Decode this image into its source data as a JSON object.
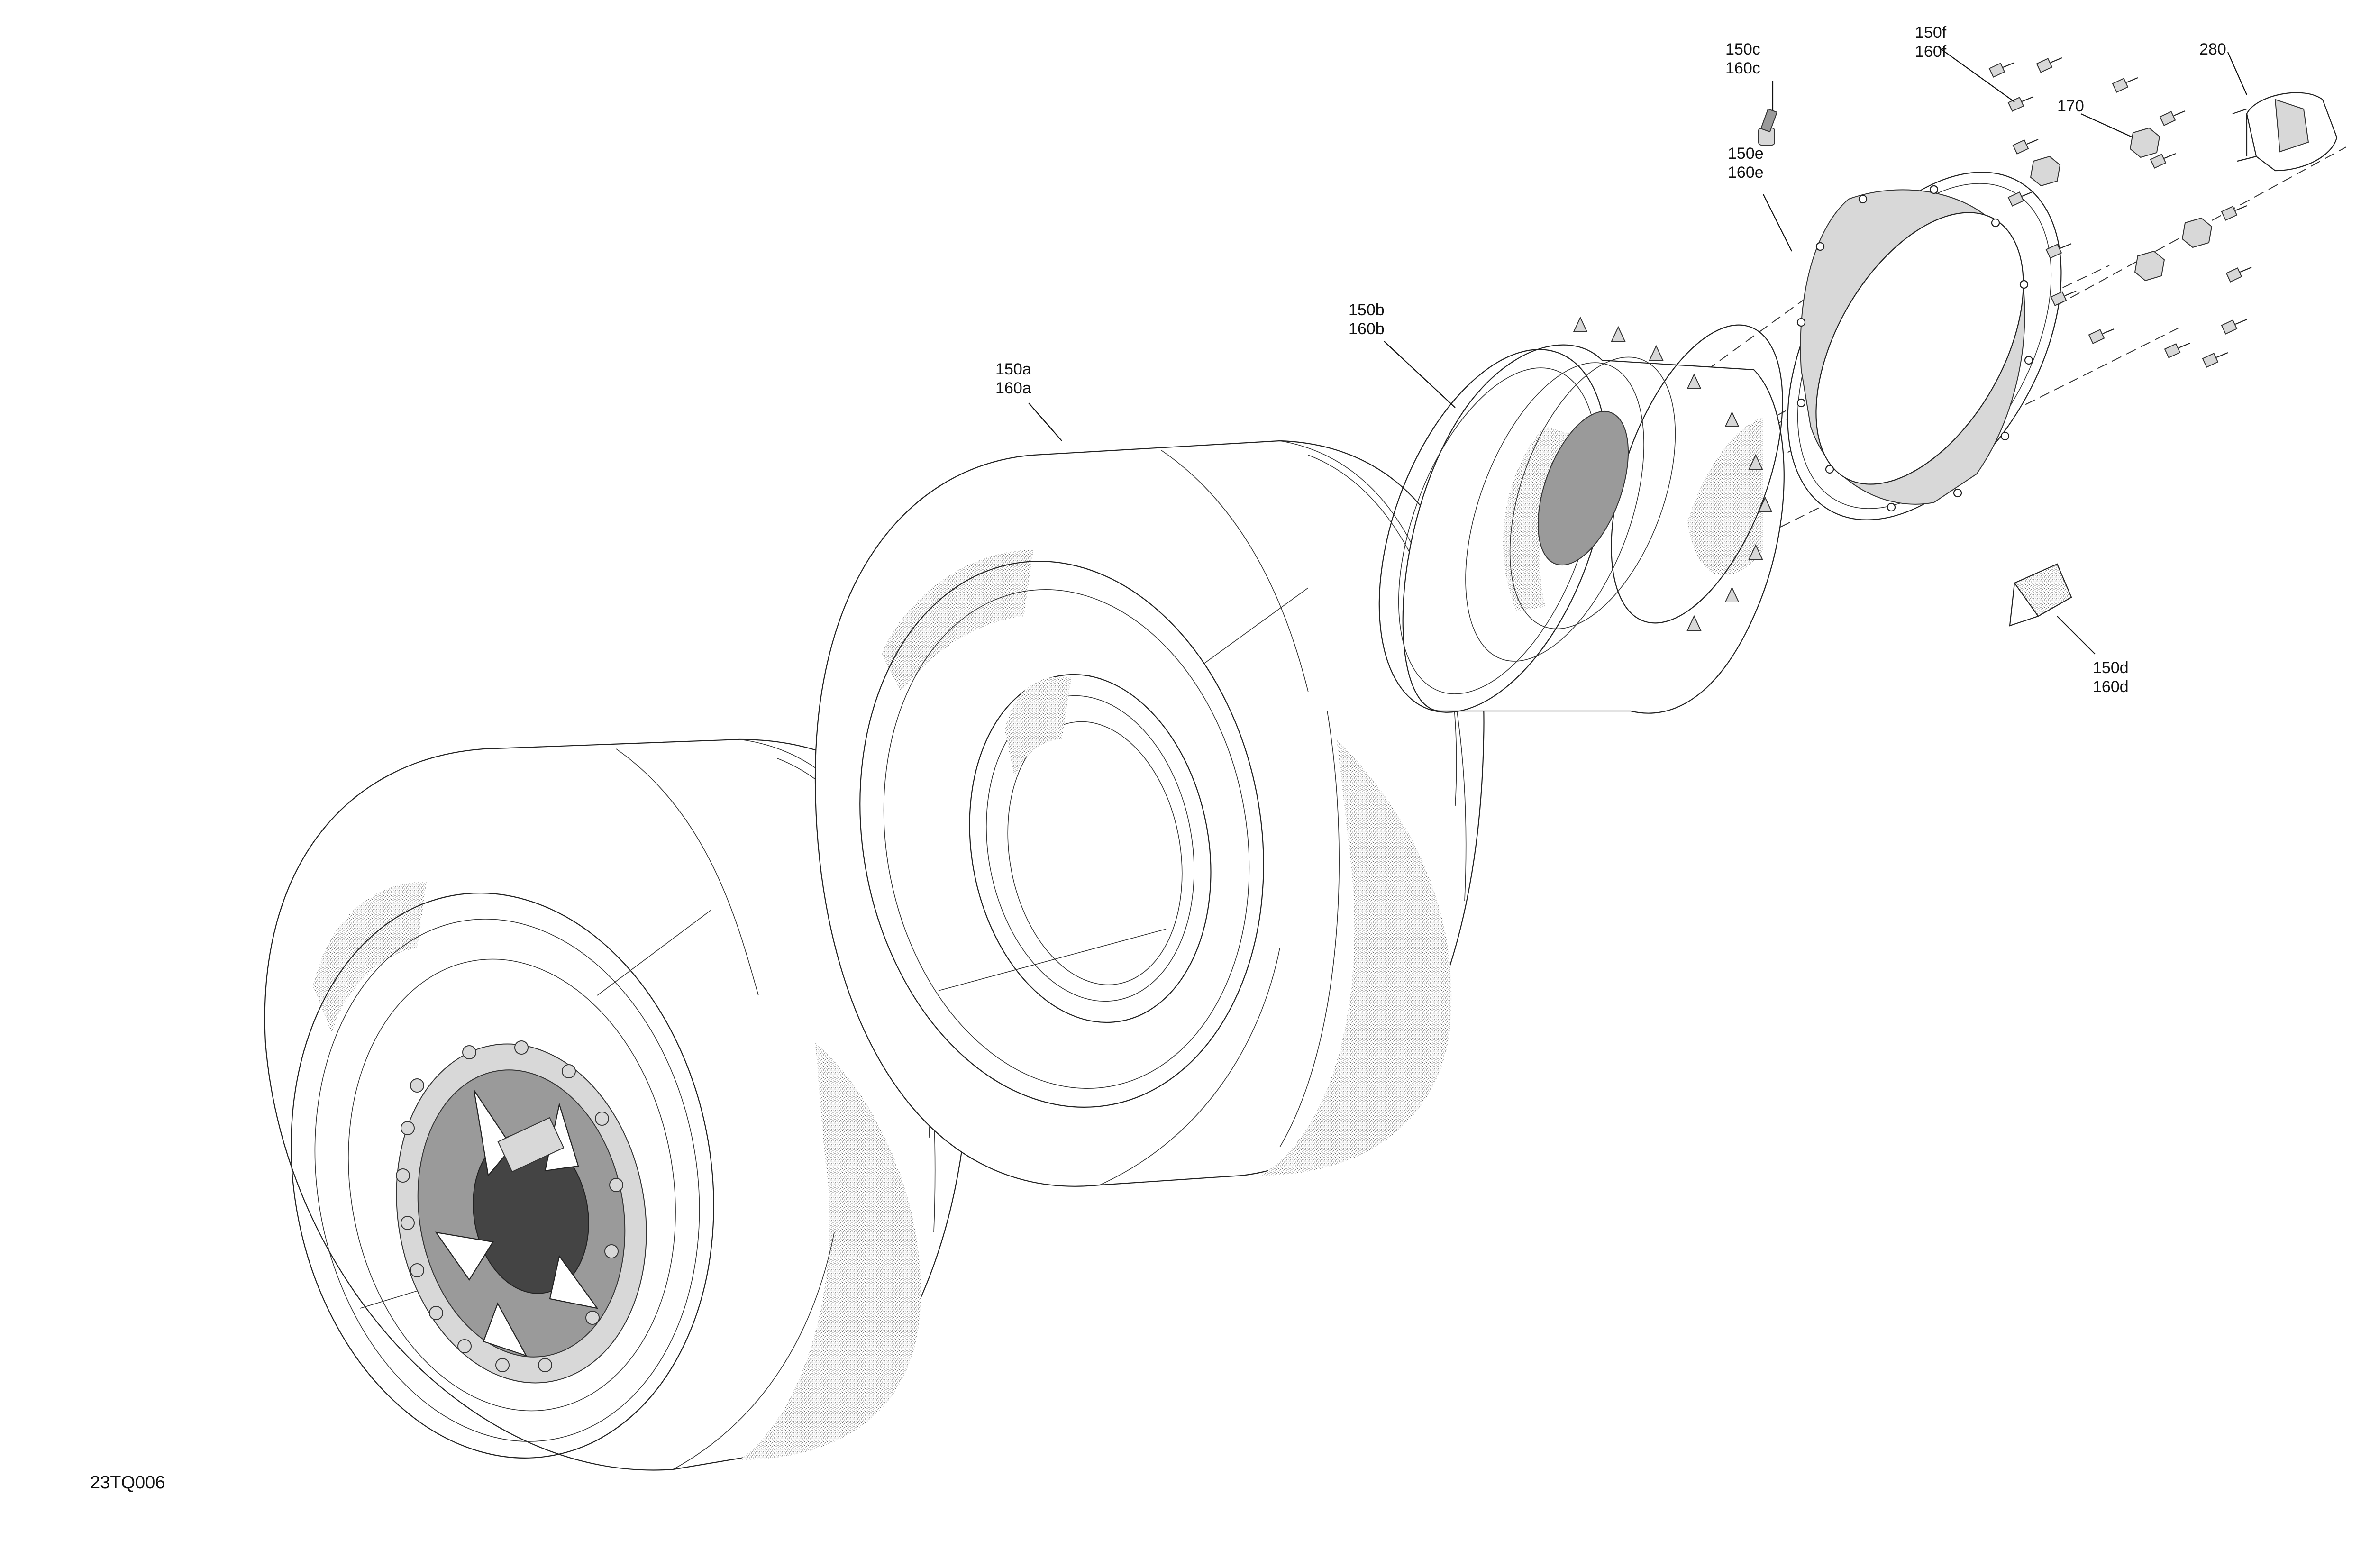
{
  "diagram": {
    "figure_code": "23TQ006",
    "callouts": [
      {
        "id": "tire-front",
        "line1": "150a",
        "line2": "160a"
      },
      {
        "id": "rim-band",
        "line1": "150b",
        "line2": "160b"
      },
      {
        "id": "valve-stem",
        "line1": "150c",
        "line2": "160c"
      },
      {
        "id": "decal",
        "line1": "150d",
        "line2": "160d"
      },
      {
        "id": "beadlock-ring",
        "line1": "150e",
        "line2": "160e"
      },
      {
        "id": "bolts",
        "line1": "150f",
        "line2": "160f"
      },
      {
        "id": "nuts",
        "line1": "170",
        "line2": ""
      },
      {
        "id": "hub-cap",
        "line1": "280",
        "line2": ""
      }
    ]
  }
}
